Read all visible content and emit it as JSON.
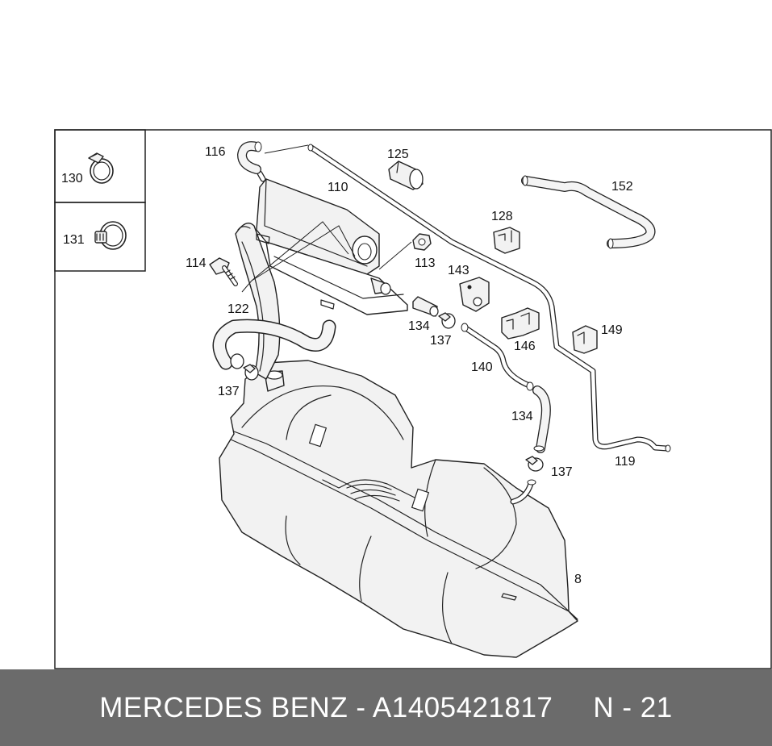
{
  "diagram": {
    "part_labels": {
      "p116": "116",
      "p110": "110",
      "p125": "125",
      "p152": "152",
      "p128": "128",
      "p114": "114",
      "p113": "113",
      "p143": "143",
      "p122": "122",
      "p134a": "134",
      "p137a": "137",
      "p146": "146",
      "p149": "149",
      "p140": "140",
      "p137b": "137",
      "p134b": "134",
      "p119": "119",
      "p137c": "137",
      "p8": "8"
    },
    "inset_labels": {
      "p130": "130",
      "p131": "131"
    }
  },
  "footer": {
    "brand_part": "MERCEDES BENZ - A1405421817",
    "page_ref": "N - 21"
  }
}
